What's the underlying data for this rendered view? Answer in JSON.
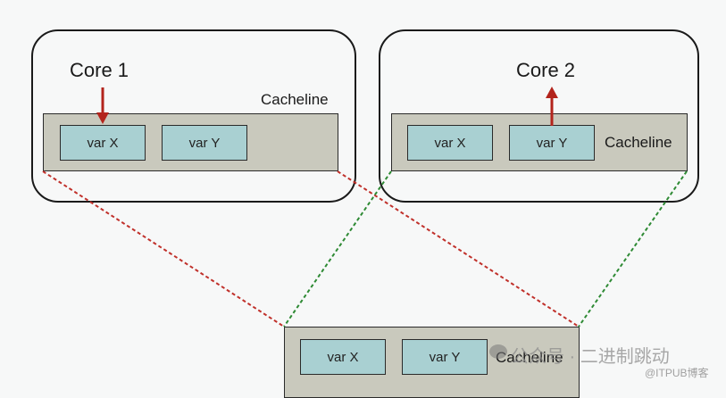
{
  "diagram": {
    "core1": {
      "title": "Core 1",
      "cacheline_label": "Cacheline",
      "vars": [
        "var X",
        "var Y"
      ],
      "arrow": "down-into-var-X"
    },
    "core2": {
      "title": "Core 2",
      "cacheline_label": "Cacheline",
      "vars": [
        "var X",
        "var Y"
      ],
      "arrow": "up-from-var-Y"
    },
    "memory": {
      "cacheline_label": "Cacheline",
      "vars": [
        "var X",
        "var Y"
      ]
    },
    "colors": {
      "arrow": "#b3241c",
      "core1_link": "#c0302a",
      "core2_link": "#2e8a34",
      "cacheline_fill": "#c9c9bd",
      "var_fill": "#a9d0d2"
    }
  },
  "watermark": {
    "line1": "公众号 · 二进制跳动",
    "line2": "@ITPUB博客"
  }
}
